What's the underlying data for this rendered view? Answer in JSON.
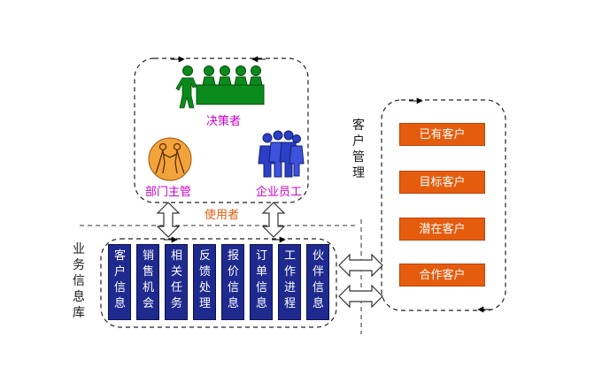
{
  "top_group": {
    "decision_label": "决策者",
    "dept_label": "部门主管",
    "staff_label": "企业员工",
    "users_label": "使用者"
  },
  "customer_management": {
    "label": "客户管理",
    "items": [
      "已有客户",
      "目标客户",
      "潜在客户",
      "合作客户"
    ]
  },
  "business_db": {
    "label": "业务信息库",
    "items": [
      "客户信息",
      "销售机会",
      "相关任务",
      "反馈处理",
      "报价信息",
      "订单信息",
      "工作进程",
      "伙伴信息"
    ]
  },
  "colors": {
    "accent_magenta": "#cc00cc",
    "accent_orange": "#e65c0e",
    "db_navy": "#1f2a8f",
    "green_people": "#0a8a1a",
    "blue_people": "#2b3fc7",
    "orange_circle": "#f2a33a"
  }
}
